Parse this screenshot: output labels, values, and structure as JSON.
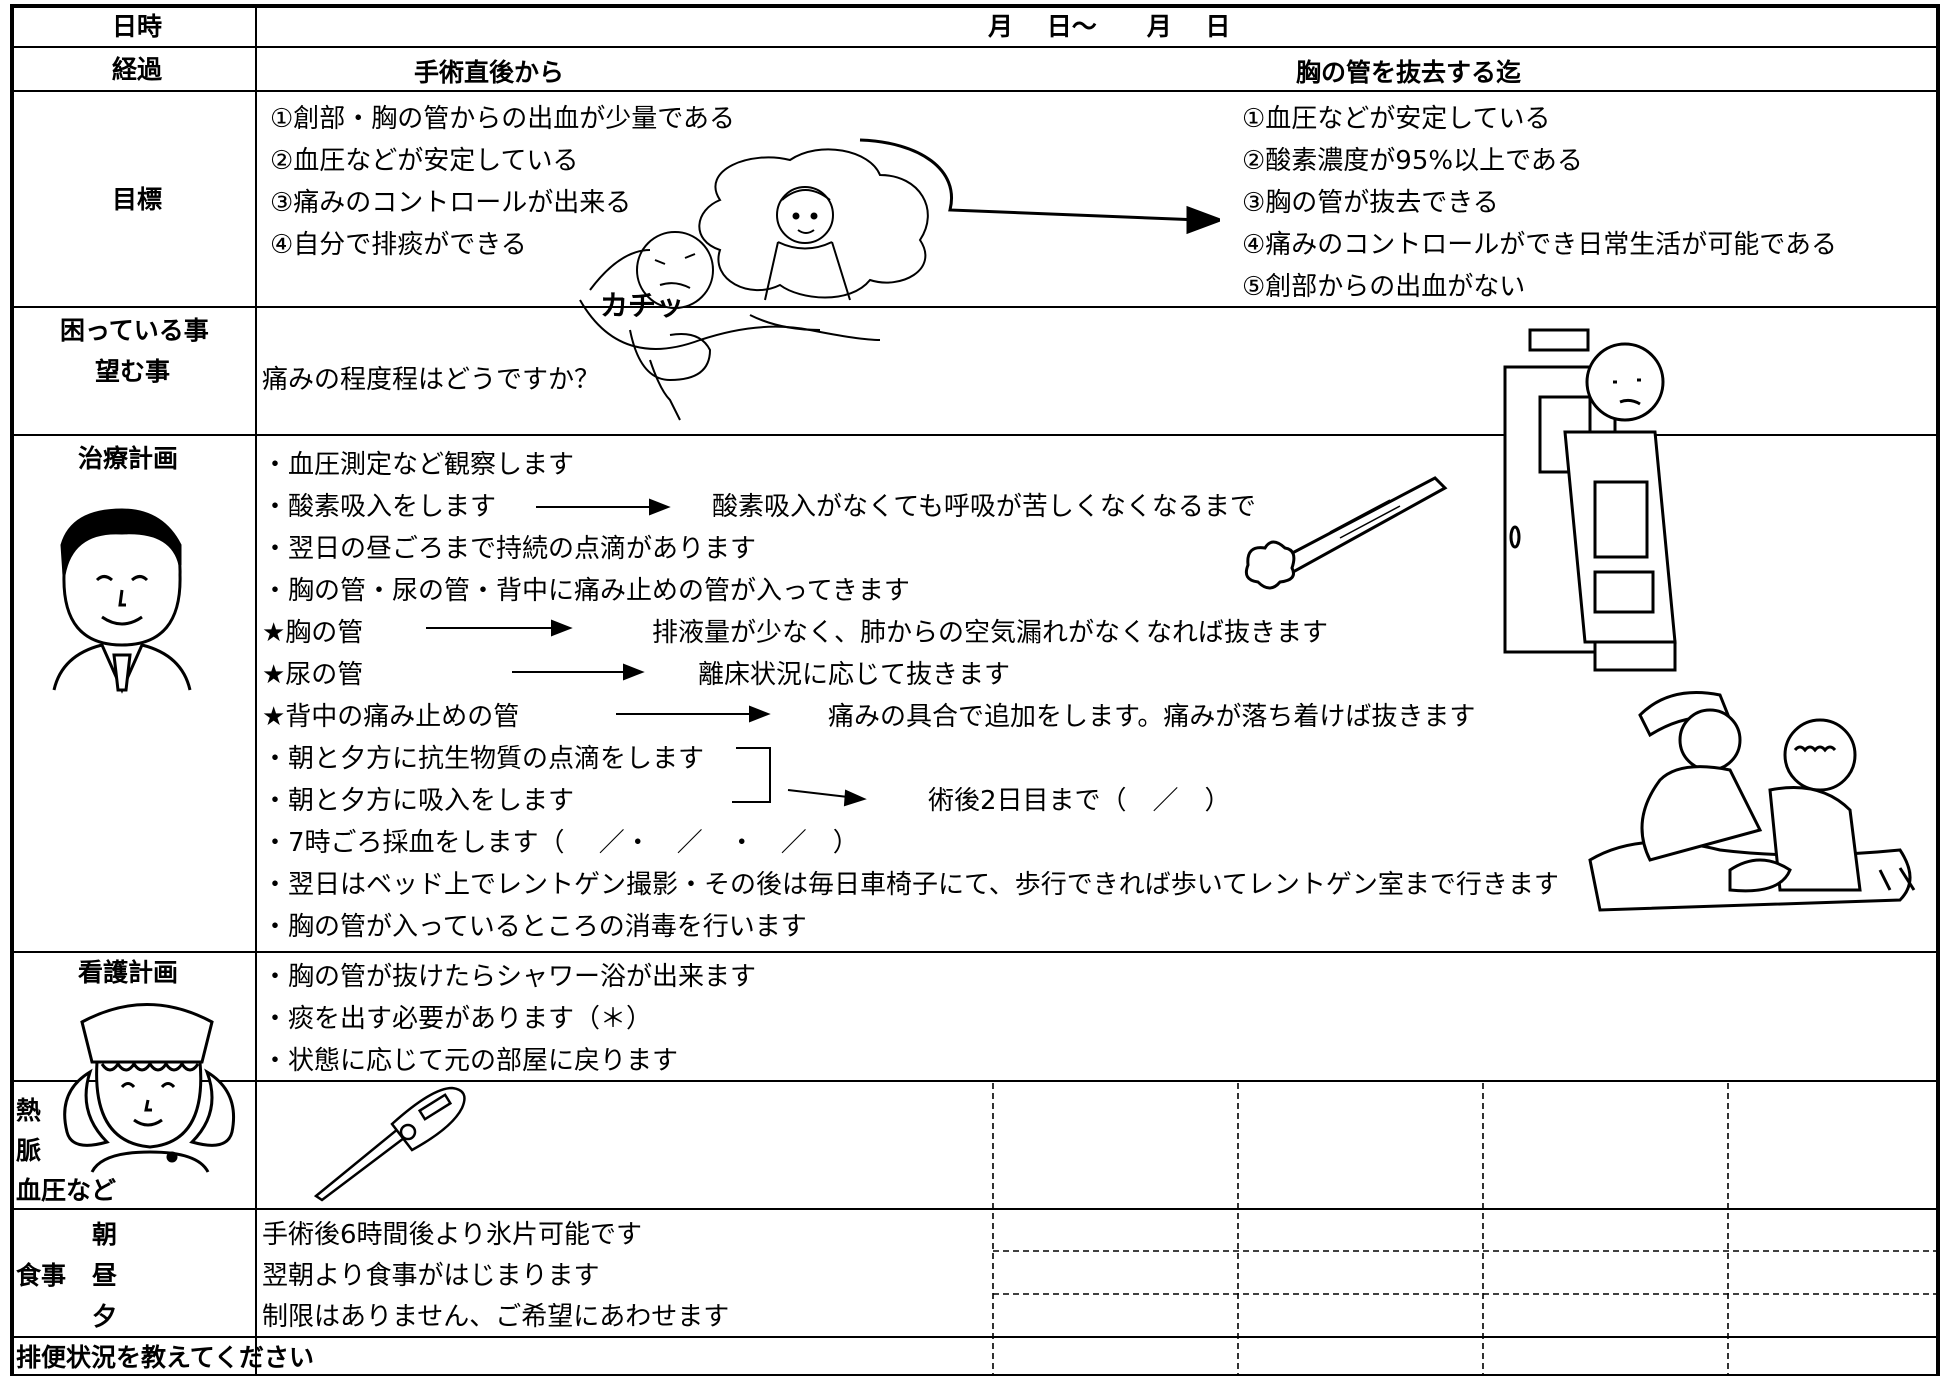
{
  "header": {
    "date_label": "日時",
    "date_value": "月　 日～　　月　 日",
    "progress_label": "経過",
    "col_left_title": "手術直後から",
    "col_right_title": "胸の管を抜去する迄"
  },
  "goals": {
    "label": "目標",
    "left": [
      "①創部・胸の管からの出血が少量である",
      "②血圧などが安定している",
      "③痛みのコントロールが出来る",
      "④自分で排痰ができる"
    ],
    "right": [
      "①血圧などが安定している",
      "②酸素濃度が95%以上である",
      "③胸の管が抜去できる",
      "④痛みのコントロールができ日常生活が可能である",
      "⑤創部からの出血がない"
    ]
  },
  "concerns": {
    "label_line1": "困っている事",
    "label_line2": "望む事",
    "text": "痛みの程度程はどうですか？",
    "sfx": "カチッ"
  },
  "treatment": {
    "label": "治療計画",
    "lines": [
      {
        "text": "・血圧測定など観察します"
      },
      {
        "text": "・酸素吸入をします",
        "result": "酸素吸入がなくても呼吸が苦しくなくなるまで"
      },
      {
        "text": "・翌日の昼ごろまで持続の点滴があります"
      },
      {
        "text": "・胸の管・尿の管・背中に痛み止めの管が入ってきます"
      },
      {
        "text": "★胸の管",
        "result": "排液量が少なく、肺からの空気漏れがなくなれば抜きます"
      },
      {
        "text": "★尿の管",
        "result": "離床状況に応じて抜きます"
      },
      {
        "text": "★背中の痛み止めの管",
        "result": "痛みの具合で追加をします。痛みが落ち着けば抜きます"
      },
      {
        "text": "・朝と夕方に抗生物質の点滴をします"
      },
      {
        "text": "・朝と夕方に吸入をします",
        "result": "術後2日目まで（　／　）"
      },
      {
        "text": "・7時ごろ採血をします（　 ／・　／　・　／　）"
      },
      {
        "text": "・翌日はベッド上でレントゲン撮影・その後は毎日車椅子にて、歩行できれば歩いてレントゲン室まで行きます"
      },
      {
        "text": "・胸の管が入っているところの消毒を行います"
      }
    ]
  },
  "nursing": {
    "label": "看護計画",
    "lines": [
      "・胸の管が抜けたらシャワー浴が出来ます",
      "・痰を出す必要があります（＊）",
      "・状態に応じて元の部屋に戻ります"
    ]
  },
  "vitals": {
    "label_1": "熱",
    "label_2": "脈",
    "label_3": "血圧など"
  },
  "meals": {
    "label": "食事",
    "morning": "朝",
    "noon": "昼",
    "evening": "夕",
    "morning_text": "手術後6時間後より氷片可能です",
    "noon_text": "翌朝より食事がはじまります",
    "evening_text": "制限はありません、ご希望にあわせます"
  },
  "bowel": {
    "label": "排便状況を教えてください"
  },
  "illustrations": [
    "patient-dreaming-icon",
    "doctor-icon",
    "nurse-icon",
    "tweezers-icon",
    "drainage-unit-icon",
    "nurse-patient-icon",
    "thermometer-icon"
  ]
}
